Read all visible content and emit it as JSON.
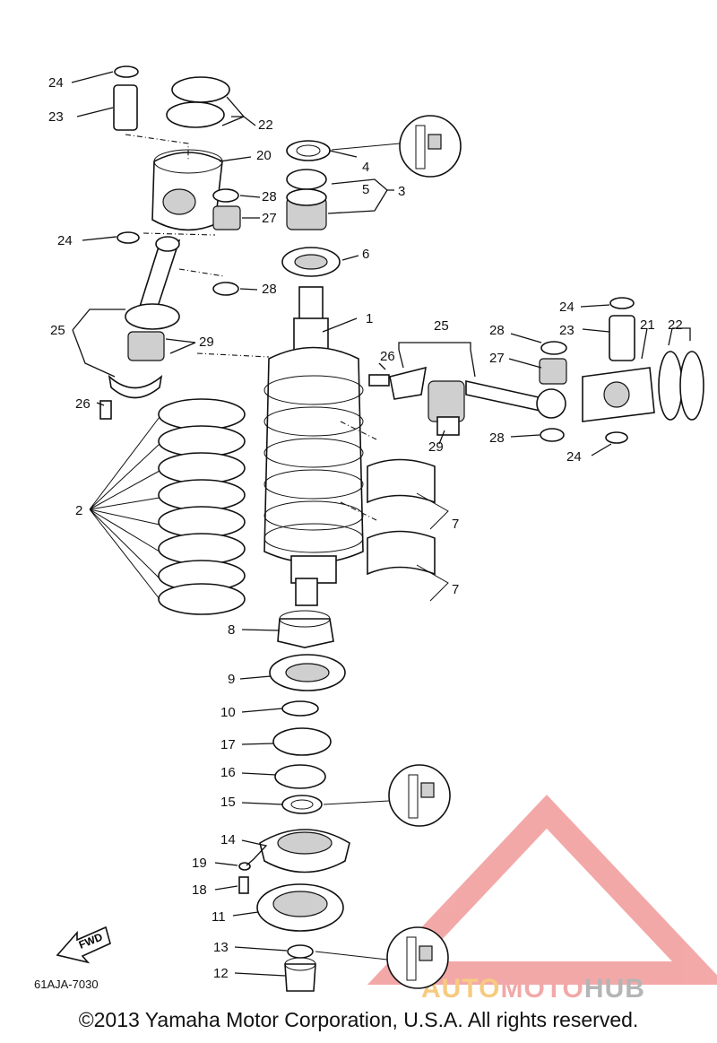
{
  "diagram": {
    "code": "61AJA-7030",
    "fwd_label": "FWD",
    "copyright": "©2013 Yamaha Motor Corporation, U.S.A. All rights reserved.",
    "callouts": [
      "1",
      "2",
      "3",
      "4",
      "5",
      "6",
      "7",
      "8",
      "9",
      "10",
      "11",
      "12",
      "13",
      "14",
      "15",
      "16",
      "17",
      "18",
      "19",
      "20",
      "21",
      "22",
      "23",
      "24",
      "25",
      "26",
      "27",
      "28",
      "29"
    ]
  },
  "watermark": {
    "part1": "AUTO",
    "part2": "MOTO",
    "part3": "HUB",
    "colors": {
      "triangle": "#f29a9a",
      "text_gold": "#f5c26b",
      "text_pink": "#f09a9a",
      "text_gray": "#a9a9a9"
    }
  }
}
